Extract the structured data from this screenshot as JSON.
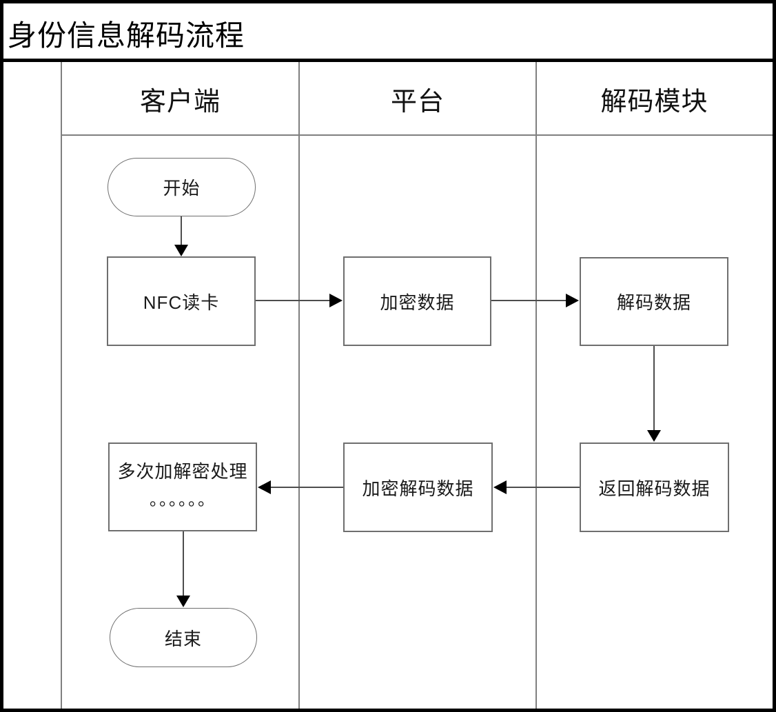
{
  "diagram": {
    "title": "身份信息解码流程",
    "type": "swimlane-flowchart"
  },
  "lanes": [
    {
      "id": "client",
      "label": "客户端"
    },
    {
      "id": "platform",
      "label": "平台"
    },
    {
      "id": "decoder",
      "label": "解码模块"
    }
  ],
  "nodes": {
    "start": {
      "label": "开始",
      "shape": "terminator",
      "lane": "客户端"
    },
    "nfc_read": {
      "label": "NFC读卡",
      "shape": "process",
      "lane": "客户端"
    },
    "encrypted_data": {
      "label": "加密数据",
      "shape": "process",
      "lane": "平台"
    },
    "decode_data": {
      "label": "解码数据",
      "shape": "process",
      "lane": "解码模块"
    },
    "return_decoded": {
      "label": "返回解码数据",
      "shape": "process",
      "lane": "解码模块"
    },
    "encrypt_decoded": {
      "label": "加密解码数据",
      "shape": "process",
      "lane": "平台"
    },
    "multi_crypto": {
      "label": "多次加解密处理",
      "label_line2": "。。。。。。",
      "shape": "process",
      "lane": "客户端"
    },
    "end": {
      "label": "结束",
      "shape": "terminator",
      "lane": "客户端"
    }
  },
  "edges": [
    {
      "from": "start",
      "to": "nfc_read",
      "direction": "down"
    },
    {
      "from": "nfc_read",
      "to": "encrypted_data",
      "direction": "right"
    },
    {
      "from": "encrypted_data",
      "to": "decode_data",
      "direction": "right"
    },
    {
      "from": "decode_data",
      "to": "return_decoded",
      "direction": "down"
    },
    {
      "from": "return_decoded",
      "to": "encrypt_decoded",
      "direction": "left"
    },
    {
      "from": "encrypt_decoded",
      "to": "multi_crypto",
      "direction": "left"
    },
    {
      "from": "multi_crypto",
      "to": "end",
      "direction": "down"
    }
  ],
  "colors": {
    "background": "#ffffff",
    "border": "#000000",
    "lane_line": "#7f7f7f",
    "node_border": "#6e6e6e",
    "connector": "#4d4d4d",
    "arrowhead": "#000000",
    "text": "#1a1a1a"
  }
}
